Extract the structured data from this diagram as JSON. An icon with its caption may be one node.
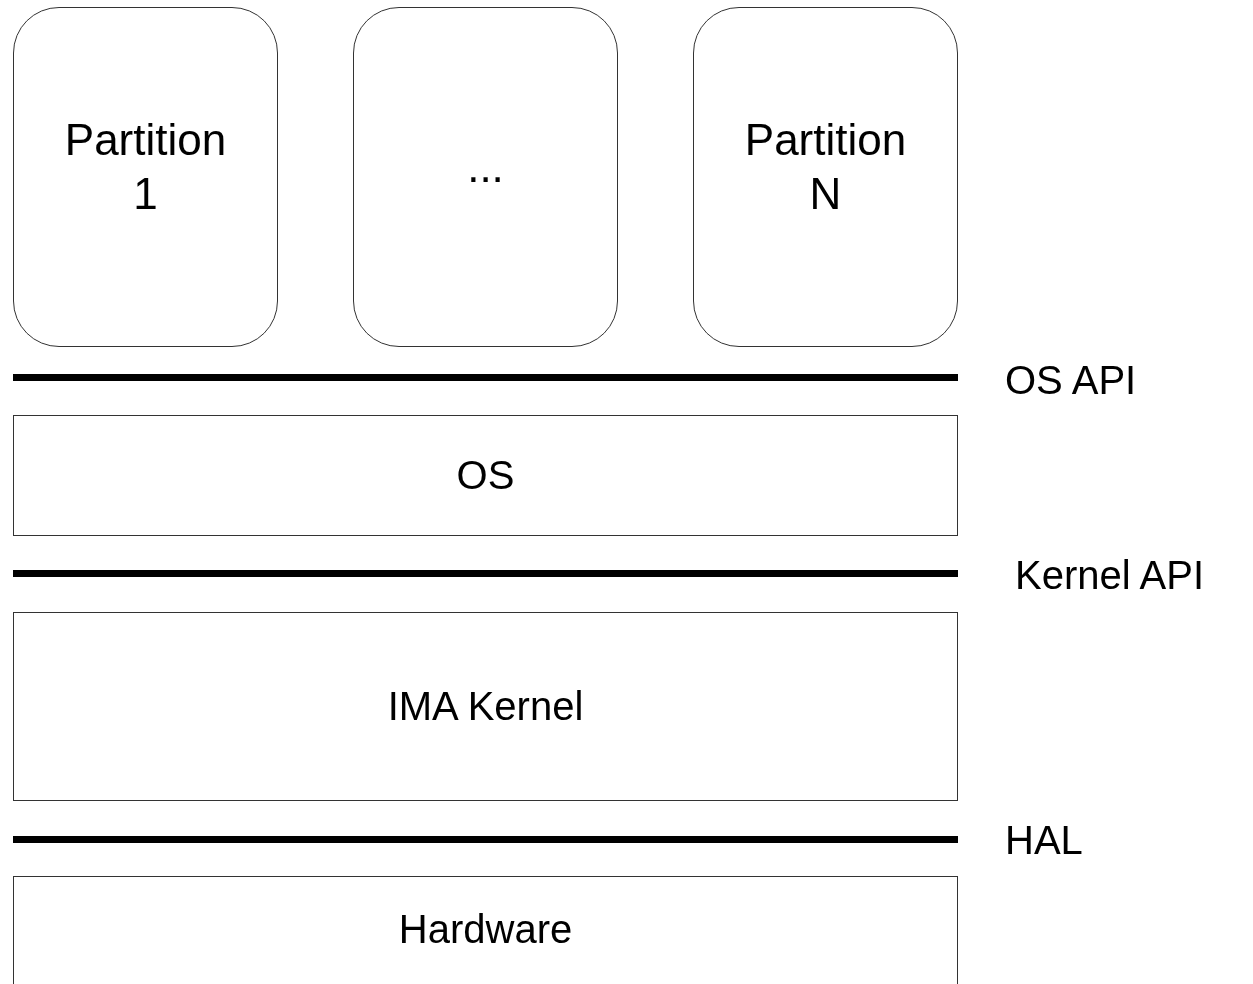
{
  "diagram": {
    "nodes": [
      {
        "text": [
          "Partition 1"
        ]
      },
      {
        "text": [
          "..."
        ]
      },
      {
        "text": [
          "Partition N"
        ]
      },
      {
        "text": [
          "OS"
        ]
      },
      {
        "text": [
          "IMA Kernel"
        ]
      },
      {
        "text": [
          "Hardware"
        ]
      }
    ],
    "labels": [
      "OS API",
      "Kernel API",
      "HAL"
    ]
  }
}
